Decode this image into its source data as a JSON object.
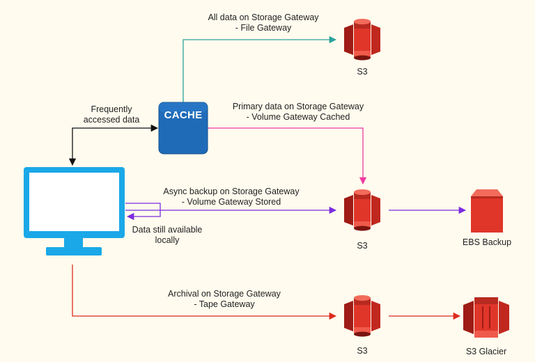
{
  "colors": {
    "background": "#fffbee",
    "s3_red": "#e0362a",
    "s3_dark": "#9e1c15",
    "cache_blue": "#1f6bb8",
    "monitor_blue": "#1aa8e8",
    "arrow_teal": "#2aa39b",
    "arrow_pink": "#ee3aa0",
    "arrow_purple": "#7b2be0",
    "arrow_red": "#dd2a1e",
    "arrow_black": "#111111"
  },
  "cache": {
    "label": "CACHE"
  },
  "labels": {
    "frequently": [
      "Frequently",
      "accessed data"
    ],
    "file_gateway": [
      "All data on Storage Gateway",
      "- File Gateway"
    ],
    "volume_cached": [
      "Primary data on Storage Gateway",
      "- Volume Gateway Cached"
    ],
    "volume_stored": [
      "Async backup on Storage Gateway",
      "- Volume Gateway Stored"
    ],
    "still_available": [
      "Data still available",
      "locally"
    ],
    "tape_gateway": [
      "Archival on Storage Gateway",
      "- Tape Gateway"
    ]
  },
  "nodes": {
    "s3_top": "S3",
    "s3_middle": "S3",
    "s3_bottom": "S3",
    "ebs_backup": "EBS Backup",
    "s3_glacier": "S3 Glacier"
  }
}
